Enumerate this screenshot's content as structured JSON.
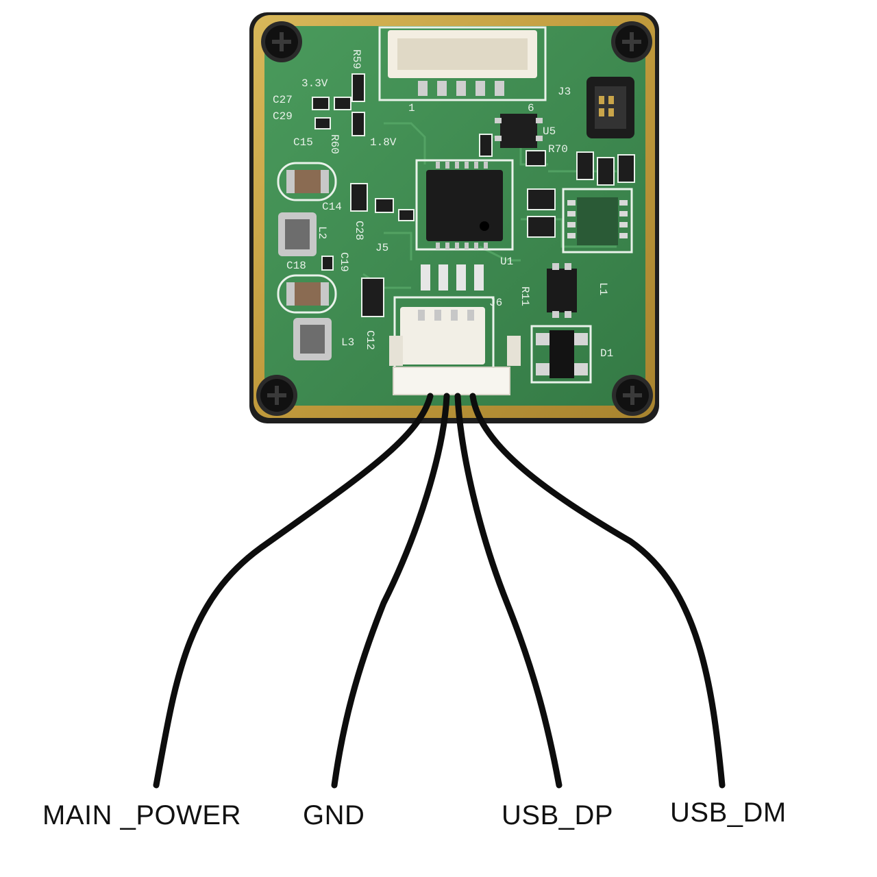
{
  "board": {
    "silkscreen": [
      "R59",
      "3.3V",
      "C27",
      "C29",
      "R60",
      "C15",
      "C14",
      "L2",
      "C28",
      "C18",
      "C19",
      "J5",
      "U1",
      "J6",
      "L3",
      "C12",
      "J3",
      "U5",
      "R70",
      "R11",
      "L1",
      "D1",
      "1.8V",
      "1",
      "6"
    ]
  },
  "wires": [
    {
      "label": "MAIN _POWER"
    },
    {
      "label": "GND"
    },
    {
      "label": "USB_DP"
    },
    {
      "label": "USB_DM"
    }
  ],
  "colors": {
    "frame": "#c6a545",
    "pcb": "#3c8a4e",
    "wire": "#0d0d0d",
    "background": "#ffffff"
  }
}
